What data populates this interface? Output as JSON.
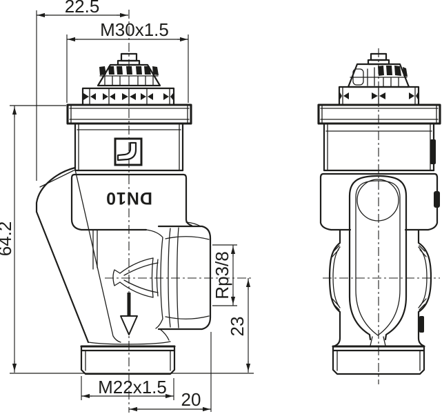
{
  "drawing": {
    "background_color": "#ffffff",
    "line_color": "#1d1d1b",
    "labels": {
      "dim_head_offset": "22.5",
      "dim_head_thread": "M30x1.5",
      "dim_total_height": "64.2",
      "body_marking": "DN10",
      "dim_port_thread": "Rp3/8",
      "dim_port_center": "23",
      "dim_tail_thread": "M22x1.5",
      "dim_port_depth": "20"
    }
  }
}
